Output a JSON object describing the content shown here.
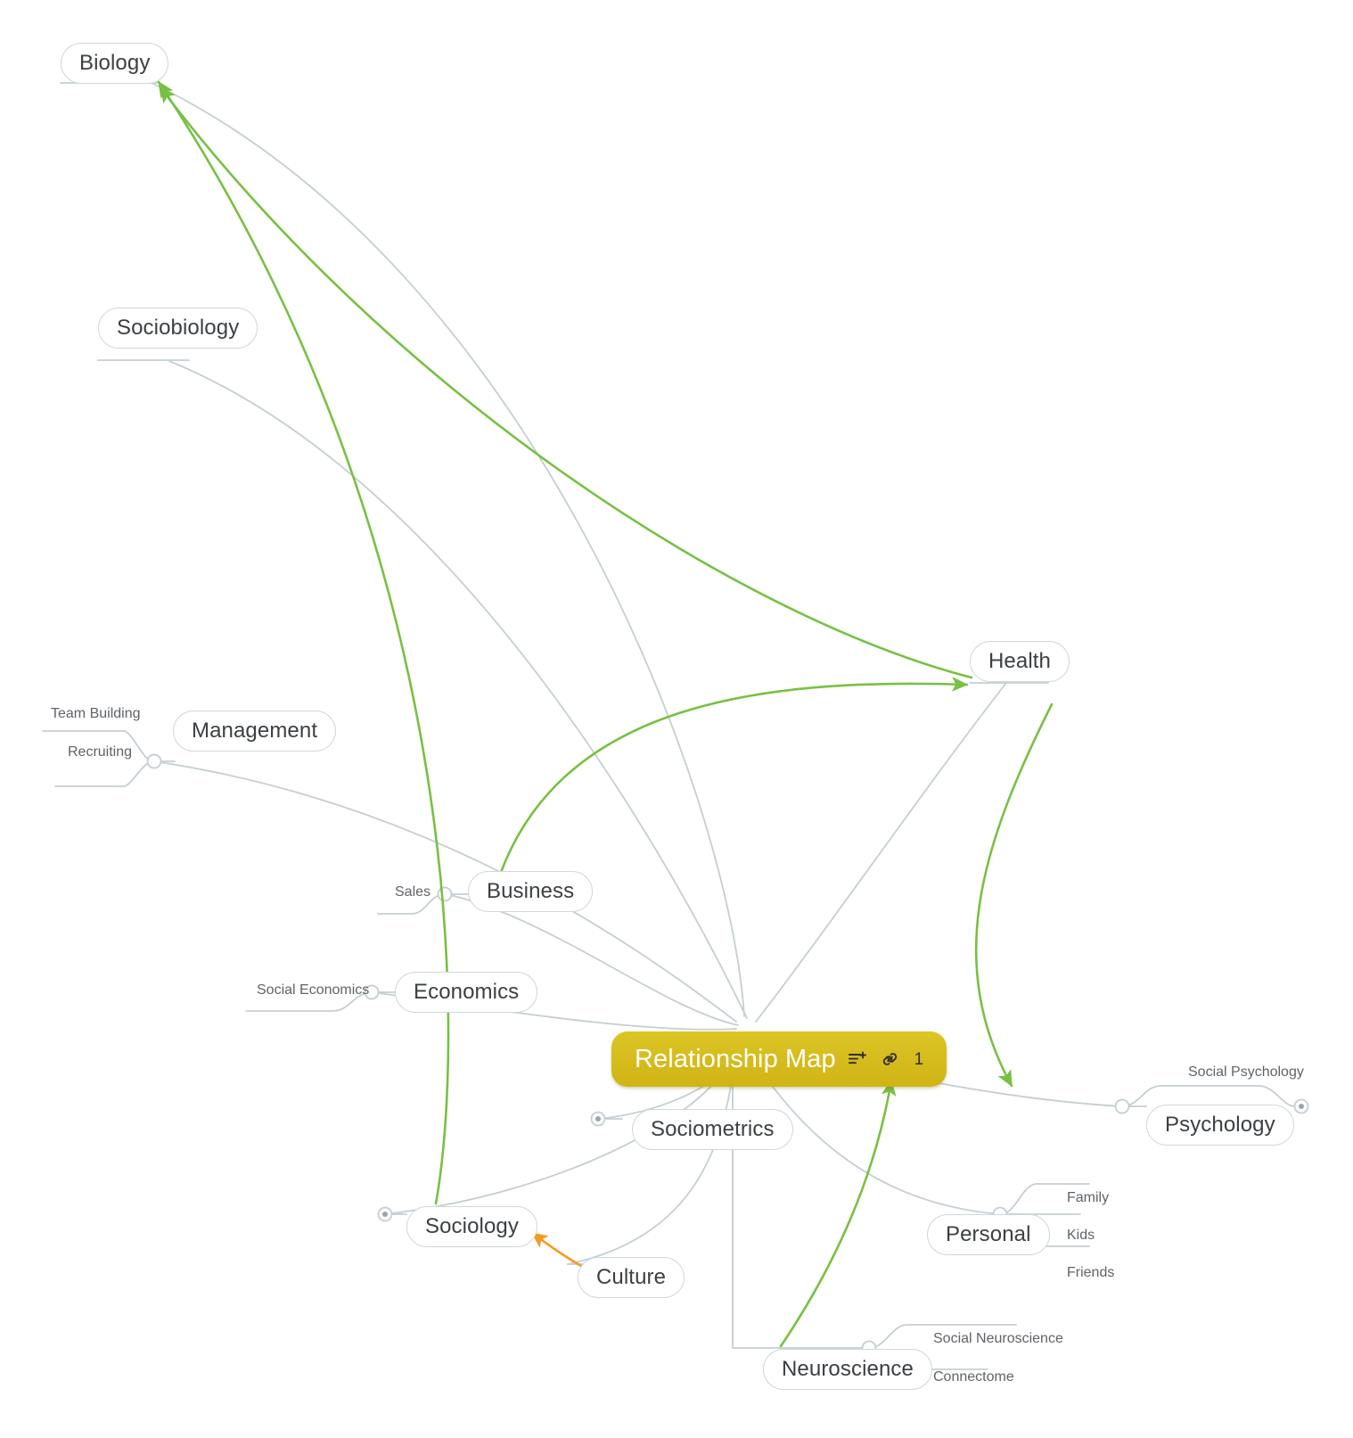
{
  "document": {
    "type": "mind-map",
    "background_color": "#ffffff"
  },
  "colors": {
    "root_fill": "#d6bd1e",
    "root_text": "#ffffff",
    "node_border": "#cfd8dc",
    "node_text": "#3c4043",
    "leaf_text": "#5f6368",
    "branch_line": "#c5ced3",
    "relationship_green": "#78c043",
    "relationship_orange": "#f7991c"
  },
  "root": {
    "label": "Relationship Map",
    "note_icon": "note-lines-plus-icon",
    "link_icon": "chain-link-icon",
    "link_count": "1"
  },
  "topics": [
    {
      "id": "biology",
      "label": "Biology"
    },
    {
      "id": "sociobiology",
      "label": "Sociobiology"
    },
    {
      "id": "health",
      "label": "Health"
    },
    {
      "id": "management",
      "label": "Management"
    },
    {
      "id": "business",
      "label": "Business"
    },
    {
      "id": "economics",
      "label": "Economics"
    },
    {
      "id": "psychology",
      "label": "Psychology"
    },
    {
      "id": "sociometrics",
      "label": "Sociometrics"
    },
    {
      "id": "sociology",
      "label": "Sociology"
    },
    {
      "id": "culture",
      "label": "Culture"
    },
    {
      "id": "personal",
      "label": "Personal"
    },
    {
      "id": "neuroscience",
      "label": "Neuroscience"
    }
  ],
  "subtopics": {
    "management": [
      "Team Building",
      "Recruiting"
    ],
    "business": [
      "Sales"
    ],
    "economics": [
      "Social Economics"
    ],
    "psychology": [
      "Social Psychology"
    ],
    "personal": [
      "Family",
      "Kids",
      "Friends"
    ],
    "neuroscience": [
      "Social Neuroscience",
      "Connectome"
    ]
  },
  "leaf_labels": {
    "team_building": "Team Building",
    "recruiting": "Recruiting",
    "sales": "Sales",
    "social_economics": "Social Economics",
    "social_psychology": "Social Psychology",
    "family": "Family",
    "kids": "Kids",
    "friends": "Friends",
    "social_neuroscience": "Social Neuroscience",
    "connectome": "Connectome"
  },
  "relationships": [
    {
      "from": "Health",
      "to": "Biology",
      "color": "#78c043",
      "arrow": "end"
    },
    {
      "from": "Sociology",
      "to": "Biology",
      "color": "#78c043",
      "arrow": "end"
    },
    {
      "from": "Business",
      "to": "Health",
      "color": "#78c043",
      "arrow": "end"
    },
    {
      "from": "Health",
      "to": "Psychology",
      "color": "#78c043",
      "arrow": "end"
    },
    {
      "from": "Neuroscience",
      "to": "Relationship Map",
      "color": "#78c043",
      "arrow": "end"
    },
    {
      "from": "Culture",
      "to": "Sociology",
      "color": "#f7991c",
      "arrow": "end"
    }
  ],
  "collapsed_markers": [
    "sociometrics-left",
    "sociology-left",
    "social-psychology-end"
  ]
}
